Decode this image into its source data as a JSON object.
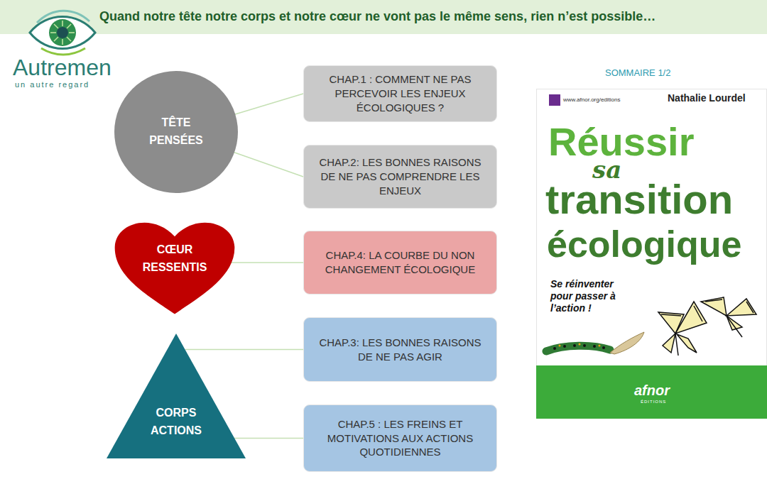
{
  "diagram": {
    "title": "Quand notre tête notre corps et notre cœur ne vont pas le même sens, rien n’est possible…",
    "nodes": [
      {
        "text": [
          "TÊTE",
          "PENSÉES"
        ]
      },
      {
        "text": [
          "CHAP.1 : COMMENT NE PAS PERCEVOIR LES ENJEUX ÉCOLOGIQUES ?"
        ]
      },
      {
        "text": [
          "CHAP.2: LES BONNES RAISONS DE NE PAS COMPRENDRE LES ENJEUX"
        ]
      },
      {
        "text": [
          "CŒUR",
          "RESSENTIS"
        ]
      },
      {
        "text": [
          "CHAP.4: LA COURBE DU NON CHANGEMENT ÉCOLOGIQUE"
        ]
      },
      {
        "text": [
          "CHAP.3: LES BONNES RAISONS DE NE PAS AGIR"
        ]
      },
      {
        "text": [
          "CORPS",
          "ACTIONS"
        ]
      },
      {
        "text": [
          "CHAP.5 : LES FREINS ET MOTIVATIONS AUX ACTIONS QUOTIDIENNES"
        ]
      }
    ],
    "edges": [
      {
        "from": 0,
        "to": 1,
        "arrow": "none"
      },
      {
        "from": 0,
        "to": 2,
        "arrow": "none"
      },
      {
        "from": 3,
        "to": 4,
        "arrow": "none"
      },
      {
        "from": 6,
        "to": 5,
        "arrow": "none"
      },
      {
        "from": 6,
        "to": 7,
        "arrow": "none"
      }
    ],
    "labels": [
      "Autremen",
      "un autre regard",
      "SOMMAIRE 1/2",
      "www.afnor.org/editions",
      "Nathalie Lourdel",
      "Réussir",
      "sa",
      "transition",
      "écologique",
      "Se réinventer pour passer à l’action !",
      "afnor",
      "ÉDITIONS"
    ]
  }
}
